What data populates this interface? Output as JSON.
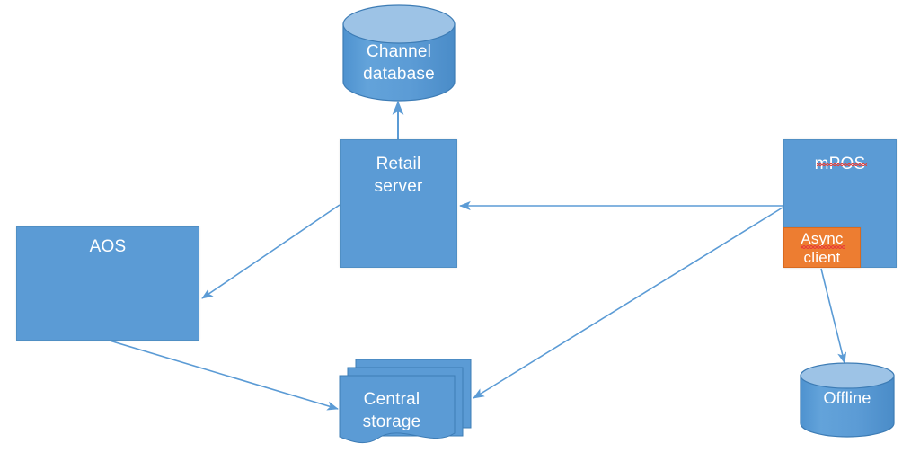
{
  "diagram": {
    "title": "Retail / mPOS architecture",
    "background": "#ffffff",
    "palette": {
      "shape_blue": "#5b9bd5",
      "shape_blue_dark": "#3d7cb5",
      "shape_blue_light": "#9dc3e6",
      "accent_orange": "#ed7d31",
      "connector_blue": "#5b9bd5",
      "label_white": "#ffffff",
      "spellcheck_red": "#e8413a"
    },
    "nodes": [
      {
        "id": "channel_database",
        "label": "Channel\ndatabase",
        "shape": "cylinder"
      },
      {
        "id": "retail_server",
        "label": "Retail\nserver",
        "shape": "rectangle"
      },
      {
        "id": "aos",
        "label": "AOS",
        "shape": "rectangle"
      },
      {
        "id": "mpos",
        "label": "mPOS",
        "shape": "rectangle",
        "misspelled": true
      },
      {
        "id": "async_client",
        "label": "Async\nclient",
        "shape": "rectangle",
        "misspelled": true,
        "color": "#ed7d31"
      },
      {
        "id": "central_storage",
        "label": "Central\nstorage",
        "shape": "multi-document"
      },
      {
        "id": "offline",
        "label": "Offline",
        "shape": "cylinder"
      }
    ],
    "connectors": [
      {
        "id": "retail-to-channel",
        "from": "retail_server",
        "to": "channel_database",
        "direction": "up"
      },
      {
        "id": "retail-to-aos",
        "from": "retail_server",
        "to": "aos",
        "direction": "down-left"
      },
      {
        "id": "mpos-to-retail",
        "from": "mpos",
        "to": "retail_server",
        "direction": "left"
      },
      {
        "id": "mpos-to-central",
        "from": "mpos",
        "to": "central_storage",
        "direction": "down-left"
      },
      {
        "id": "aos-to-central",
        "from": "aos",
        "to": "central_storage",
        "direction": "down-right"
      },
      {
        "id": "async-to-offline",
        "from": "async_client",
        "to": "offline",
        "direction": "down"
      }
    ]
  }
}
